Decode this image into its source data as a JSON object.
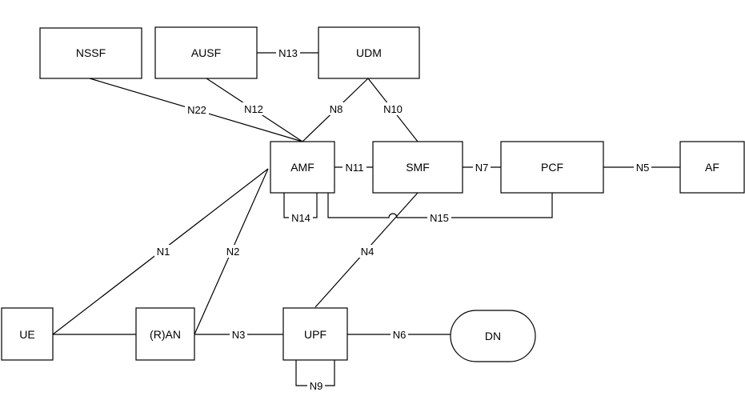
{
  "diagram": {
    "nodes": {
      "nssf": "NSSF",
      "ausf": "AUSF",
      "udm": "UDM",
      "amf": "AMF",
      "smf": "SMF",
      "pcf": "PCF",
      "af": "AF",
      "ue": "UE",
      "ran": "(R)AN",
      "upf": "UPF",
      "dn": "DN"
    },
    "interfaces": {
      "n1": "N1",
      "n2": "N2",
      "n3": "N3",
      "n4": "N4",
      "n5": "N5",
      "n6": "N6",
      "n7": "N7",
      "n8": "N8",
      "n9": "N9",
      "n10": "N10",
      "n11": "N11",
      "n12": "N12",
      "n13": "N13",
      "n14": "N14",
      "n15": "N15",
      "n22": "N22"
    }
  }
}
